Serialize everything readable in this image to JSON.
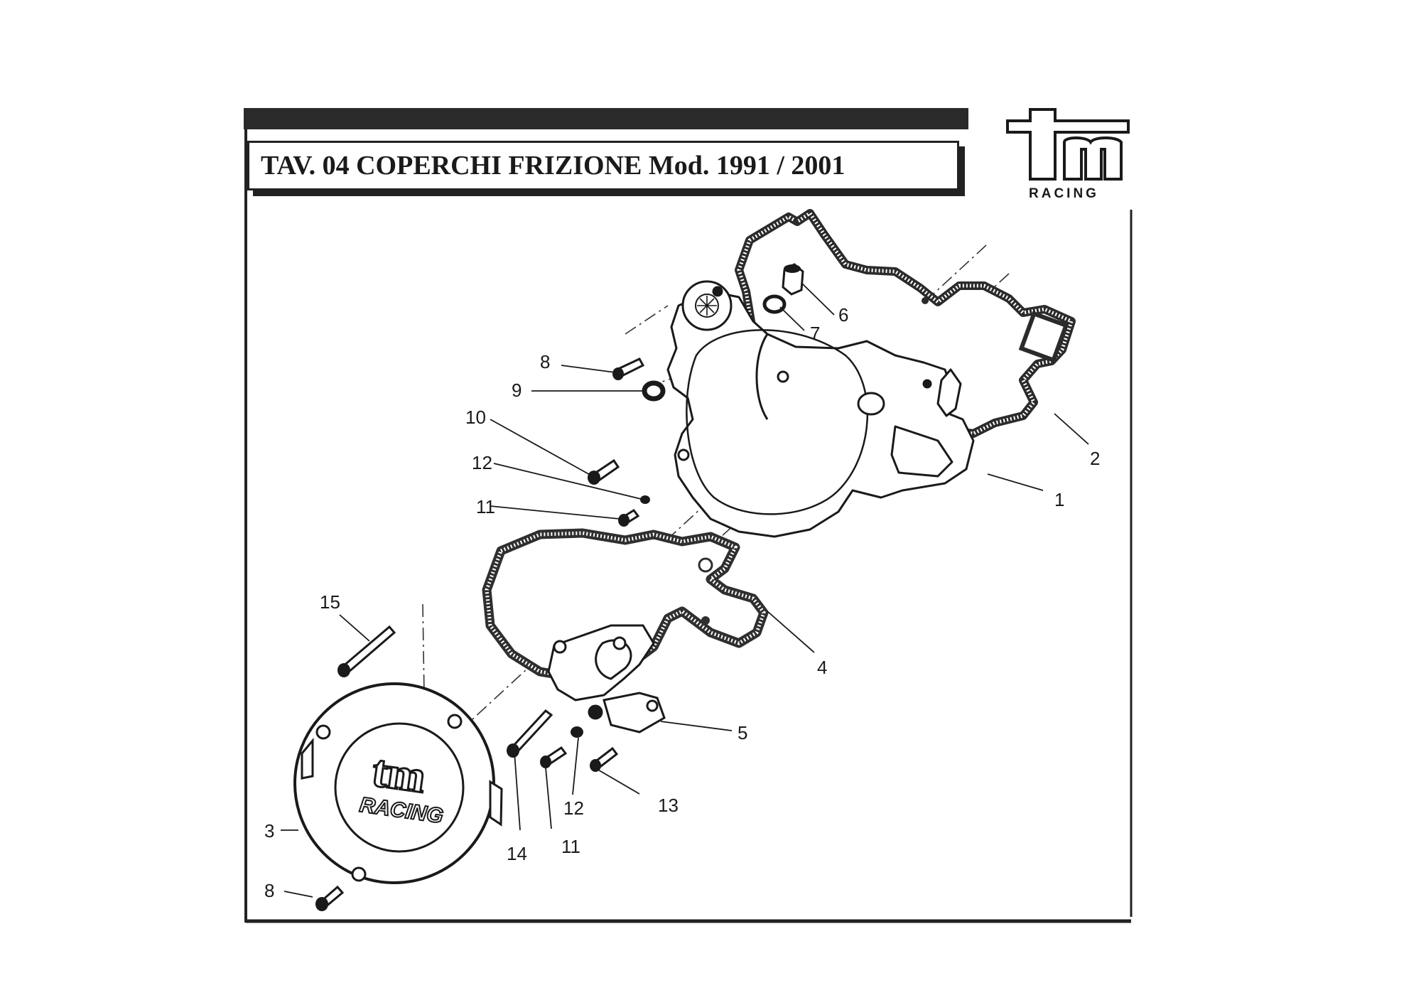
{
  "title": "TAV. 04 COPERCHI FRIZIONE Mod. 1991 / 2001",
  "logo": {
    "mark": "tm",
    "word": "RACING"
  },
  "cover_logo": {
    "mark": "tm",
    "word": "RACING"
  },
  "callouts": {
    "c1": "1",
    "c2": "2",
    "c3": "3",
    "c4": "4",
    "c5": "5",
    "c6": "6",
    "c7": "7",
    "c8a": "8",
    "c8b": "8",
    "c9": "9",
    "c10": "10",
    "c11a": "11",
    "c11b": "11",
    "c12a": "12",
    "c12b": "12",
    "c13": "13",
    "c14": "14",
    "c15": "15"
  },
  "colors": {
    "ink": "#1a1a1a",
    "paper": "#ffffff",
    "gasket": "#3a3a3a"
  }
}
